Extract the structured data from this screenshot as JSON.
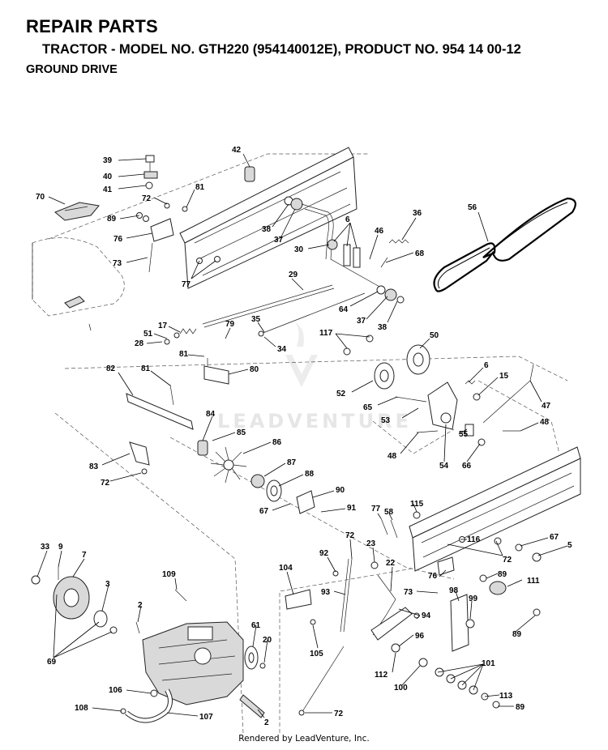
{
  "header": {
    "title": "REPAIR PARTS",
    "subtitle": "TRACTOR - MODEL NO. GTH220 (954140012E), PRODUCT NO. 954 14 00-12",
    "section": "GROUND DRIVE"
  },
  "watermark": "LEADVENTURE",
  "footer": "Rendered by LeadVenture, Inc.",
  "callouts": [
    "39",
    "40",
    "41",
    "42",
    "70",
    "72",
    "81",
    "89",
    "76",
    "73",
    "77",
    "38",
    "37",
    "6",
    "36",
    "56",
    "46",
    "30",
    "68",
    "29",
    "64",
    "37",
    "38",
    "35",
    "34",
    "17",
    "51",
    "28",
    "79",
    "81",
    "117",
    "50",
    "82",
    "81",
    "80",
    "6",
    "15",
    "52",
    "65",
    "47",
    "53",
    "48",
    "84",
    "85",
    "86",
    "48",
    "55",
    "54",
    "66",
    "83",
    "72",
    "87",
    "88",
    "90",
    "67",
    "91",
    "77",
    "58",
    "115",
    "116",
    "67",
    "5",
    "72",
    "33",
    "9",
    "7",
    "109",
    "104",
    "92",
    "72",
    "23",
    "22",
    "76",
    "89",
    "111",
    "73",
    "98",
    "99",
    "3",
    "2",
    "93",
    "94",
    "61",
    "20",
    "105",
    "96",
    "89",
    "69",
    "112",
    "100",
    "101",
    "106",
    "113",
    "89",
    "108",
    "107",
    "2",
    "72"
  ]
}
